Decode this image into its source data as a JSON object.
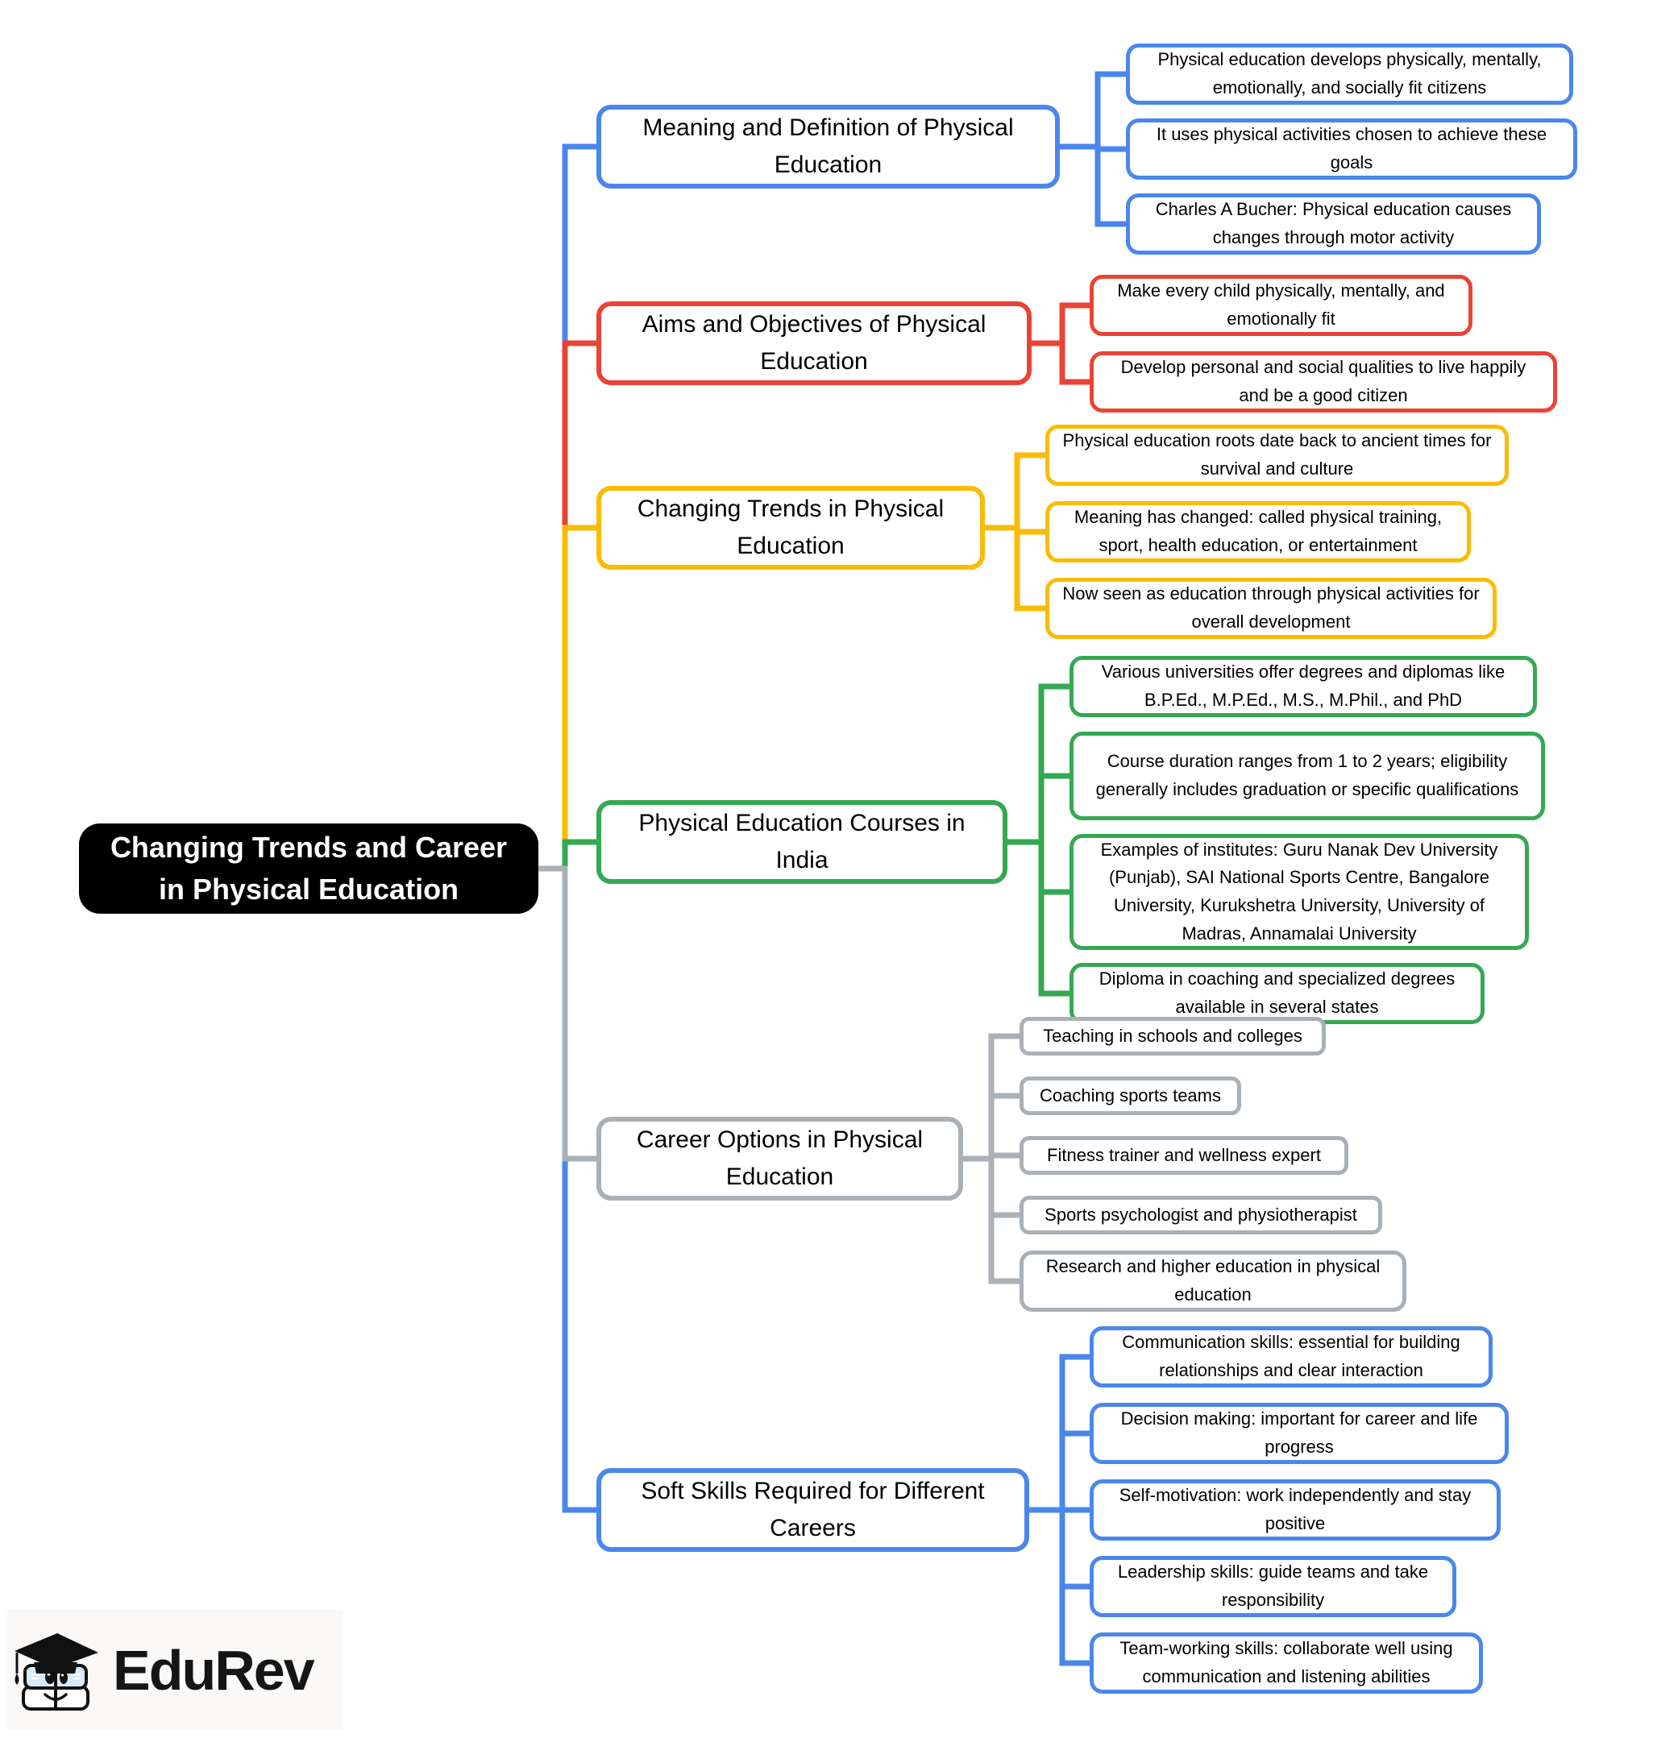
{
  "title": "Changing Trends and Career in Physical Education",
  "colors": {
    "blue": "#4b86ec",
    "red": "#e94335",
    "yellow": "#fbbb04",
    "green": "#35a853",
    "gray": "#a9b0b6",
    "central_bg": "#000000",
    "central_text": "#ffffff"
  },
  "branches": [
    {
      "label": "Meaning and Definition of Physical Education",
      "color": "blue",
      "children": [
        "Physical education develops physically, mentally, emotionally, and socially fit citizens",
        "It uses physical activities chosen to achieve these goals",
        "Charles A Bucher: Physical education causes changes through motor activity"
      ]
    },
    {
      "label": "Aims and Objectives of Physical Education",
      "color": "red",
      "children": [
        "Make every child physically, mentally, and emotionally fit",
        "Develop personal and social qualities to live happily and be a good citizen"
      ]
    },
    {
      "label": "Changing Trends in Physical Education",
      "color": "yellow",
      "children": [
        "Physical education roots date back to ancient times for survival and culture",
        "Meaning has changed: called physical training, sport, health education, or entertainment",
        "Now seen as education through physical activities for overall development"
      ]
    },
    {
      "label": "Physical Education Courses in India",
      "color": "green",
      "children": [
        "Various universities offer degrees and diplomas like B.P.Ed., M.P.Ed., M.S., M.Phil., and PhD",
        "Course duration ranges from 1 to 2 years; eligibility generally includes graduation or specific qualifications",
        "Examples of institutes: Guru Nanak Dev University (Punjab), SAI National Sports Centre, Bangalore University, Kurukshetra University, University of Madras, Annamalai University",
        "Diploma in coaching and specialized degrees available in several states"
      ]
    },
    {
      "label": "Career Options in Physical Education",
      "color": "gray",
      "children": [
        "Teaching in schools and colleges",
        "Coaching sports teams",
        "Fitness trainer and wellness expert",
        "Sports psychologist and physiotherapist",
        "Research and higher education in physical education"
      ]
    },
    {
      "label": "Soft Skills Required for Different Careers",
      "color": "blue",
      "children": [
        "Communication skills: essential for building relationships and clear interaction",
        "Decision making: important for career and life progress",
        "Self-motivation: work independently and stay positive",
        "Leadership skills: guide teams and take responsibility",
        "Team-working skills: collaborate well using communication and listening abilities"
      ]
    }
  ],
  "logo": {
    "text": "EduRev",
    "icon": "graduate-books-mascot"
  }
}
